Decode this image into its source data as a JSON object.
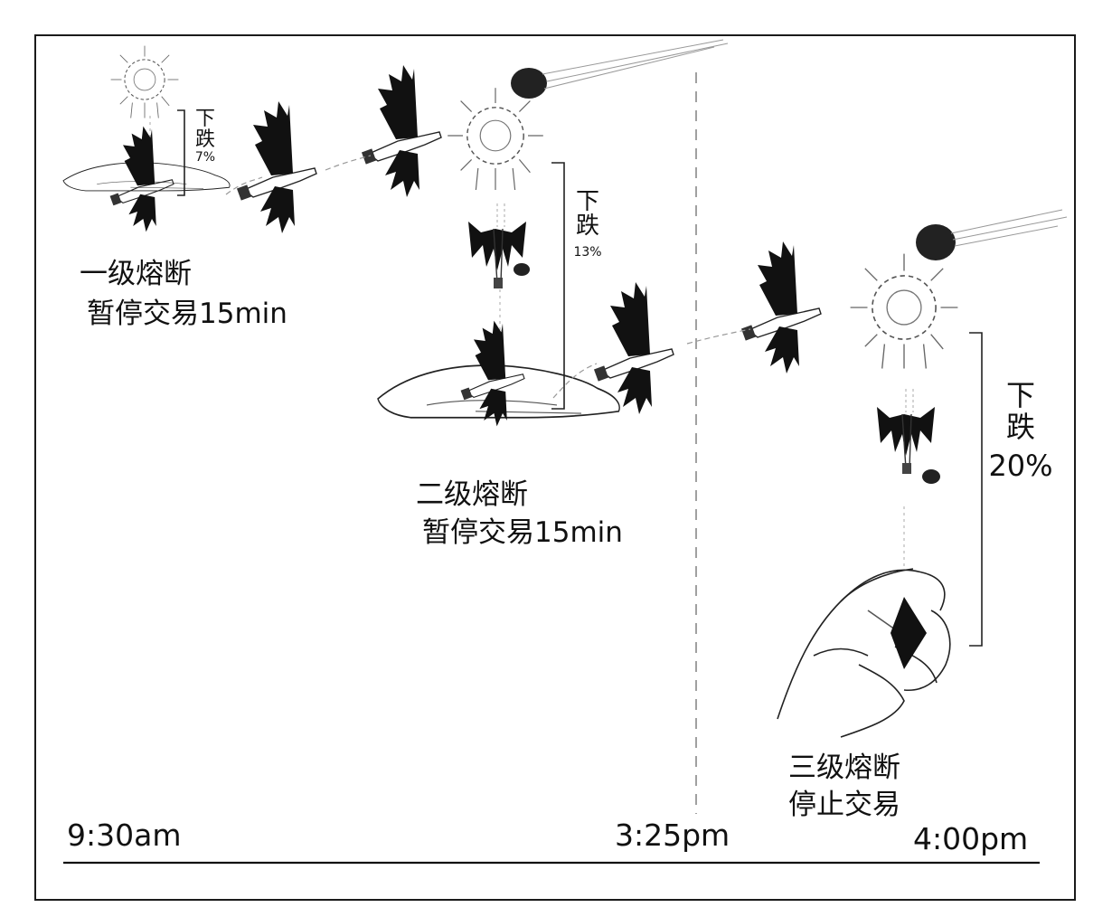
{
  "stages": [
    {
      "title": "一级熔断",
      "action": "暂停交易15min"
    },
    {
      "title": "二级熔断",
      "action": "暂停交易15min"
    },
    {
      "title": "三级熔断",
      "action": "停止交易"
    }
  ],
  "drops": [
    {
      "line1": "下",
      "line2": "跌",
      "pct": "7%"
    },
    {
      "line1": "下",
      "line2": "跌",
      "pct": "13%"
    },
    {
      "line1": "下",
      "line2": "跌",
      "pct": "20%"
    }
  ],
  "timeline": {
    "start": "9:30am",
    "mid": "3:25pm",
    "end": "4:00pm"
  },
  "colors": {
    "ink": "#111111",
    "border": "#1a1a1a",
    "background": "#ffffff"
  }
}
